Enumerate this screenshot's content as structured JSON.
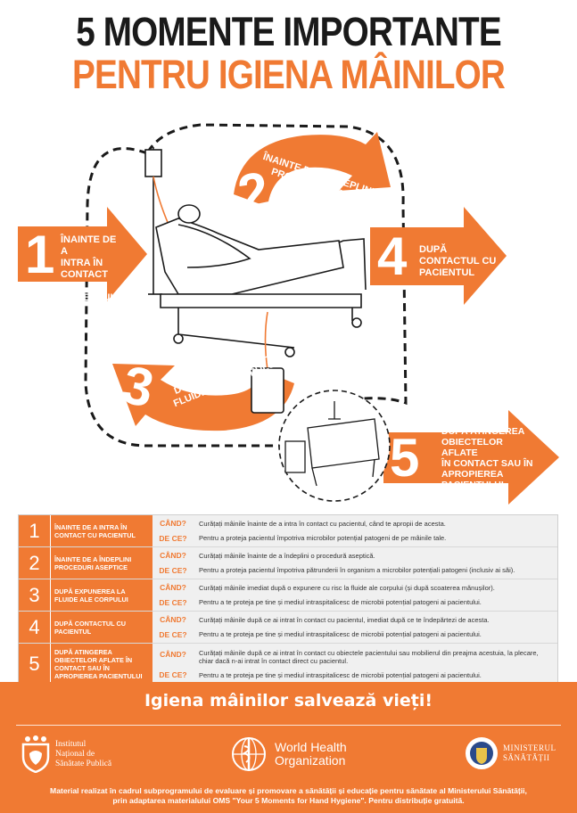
{
  "title": {
    "line1": "5 MOMENTE IMPORTANTE",
    "line2": "PENTRU IGIENA MÂINILOR"
  },
  "colors": {
    "accent": "#f07a33",
    "dark": "#1a1a1a",
    "row_bg": "#f0f0f0"
  },
  "moments": [
    {
      "number": "1",
      "arrow_label": "ÎNAINTE DE A INTRA ÎN CONTACT CU PACIENTUL"
    },
    {
      "number": "2",
      "arrow_label": "ÎNAINTE DE A ÎNDEPLINI PROCEDURI ASEPTICE"
    },
    {
      "number": "3",
      "arrow_label": "DUPĂ EXPUNEREA LA FLUIDE ALE CORPULUI"
    },
    {
      "number": "4",
      "arrow_label": "DUPĂ CONTACTUL CU PACIENTUL"
    },
    {
      "number": "5",
      "arrow_label": "DUPĂ ATINGEREA OBIECTELOR AFLATE ÎN CONTACT SAU ÎN APROPIEREA PACIENTULUI"
    }
  ],
  "arrow_lines": {
    "m1": [
      "ÎNAINTE DE A",
      "INTRA ÎN",
      "CONTACT CU",
      "PACIENTUL"
    ],
    "m2": [
      "ÎNAINTE DE A ÎNDEPLINI",
      "PROCEDURI ASEPTICE"
    ],
    "m3": [
      "DUPĂ EXPUNEREA LA",
      "FLUIDE ALE CORPULUI"
    ],
    "m4": [
      "DUPĂ",
      "CONTACTUL CU",
      "PACIENTUL"
    ],
    "m5": [
      "DUPĂ ATINGEREA",
      "OBIECTELOR AFLATE",
      "ÎN CONTACT SAU ÎN",
      "APROPIEREA",
      "PACIENTULUI"
    ]
  },
  "table": {
    "when_label": "CÂND?",
    "why_label": "DE CE?",
    "rows": [
      {
        "num": "1",
        "title": "ÎNAINTE DE A INTRA ÎN CONTACT CU PACIENTUL",
        "when": "Curățați mâinile înainte de a intra în contact cu pacientul, când te apropii de acesta.",
        "why": "Pentru a proteja pacientul împotriva microbilor potențial patogeni de pe mâinile tale."
      },
      {
        "num": "2",
        "title": "ÎNAINTE DE A ÎNDEPLINI PROCEDURI ASEPTICE",
        "when": "Curățați mâinile înainte de a îndeplini o procedură aseptică.",
        "why": "Pentru a proteja pacientul împotriva pătrunderii în organism a microbilor potențiali patogeni (inclusiv ai săi)."
      },
      {
        "num": "3",
        "title": "DUPĂ EXPUNEREA LA FLUIDE ALE CORPULUI",
        "when": "Curățați mâinile imediat după o expunere cu risc la fluide ale corpului (și după scoaterea mănușilor).",
        "why": "Pentru a te proteja pe tine și mediul intraspitalicesc de microbii potențial patogeni ai pacientului."
      },
      {
        "num": "4",
        "title": "DUPĂ CONTACTUL CU PACIENTUL",
        "when": "Curățați mâinile după ce ai intrat în contact cu pacientul, imediat după ce te îndepărtezi de acesta.",
        "why": "Pentru a te proteja pe tine și mediul intraspitalicesc de microbii potențial patogeni ai pacientului."
      },
      {
        "num": "5",
        "title": "DUPĂ ATINGEREA OBIECTELOR AFLATE ÎN CONTACT SAU ÎN APROPIEREA PACIENTULUI",
        "when": "Curățați mâinile după ce ai intrat în contact cu obiectele pacientului sau mobilierul din preajma acestuia, la plecare, chiar dacă n-ai intrat în contact direct cu pacientul.",
        "why": "Pentru a te proteja pe tine și mediul intraspitalicesc de microbii potențial patogeni ai pacientului."
      }
    ]
  },
  "footer": {
    "slogan": "Igiena mâinilor salvează vieți!",
    "insp_lines": [
      "Institutul",
      "Național de",
      "Sănătate Publică"
    ],
    "who_lines": [
      "World Health",
      "Organization"
    ],
    "ms_lines": [
      "MINISTERUL",
      "SĂNĂTĂȚII"
    ],
    "credit_line1": "Material realizat în cadrul subprogramului de evaluare și promovare a sănătății și educație pentru sănătate al Ministerului Sănătății,",
    "credit_line2": "prin adaptarea materialului OMS \"Your 5 Moments for Hand Hygiene\". Pentru distribuție gratuită."
  }
}
